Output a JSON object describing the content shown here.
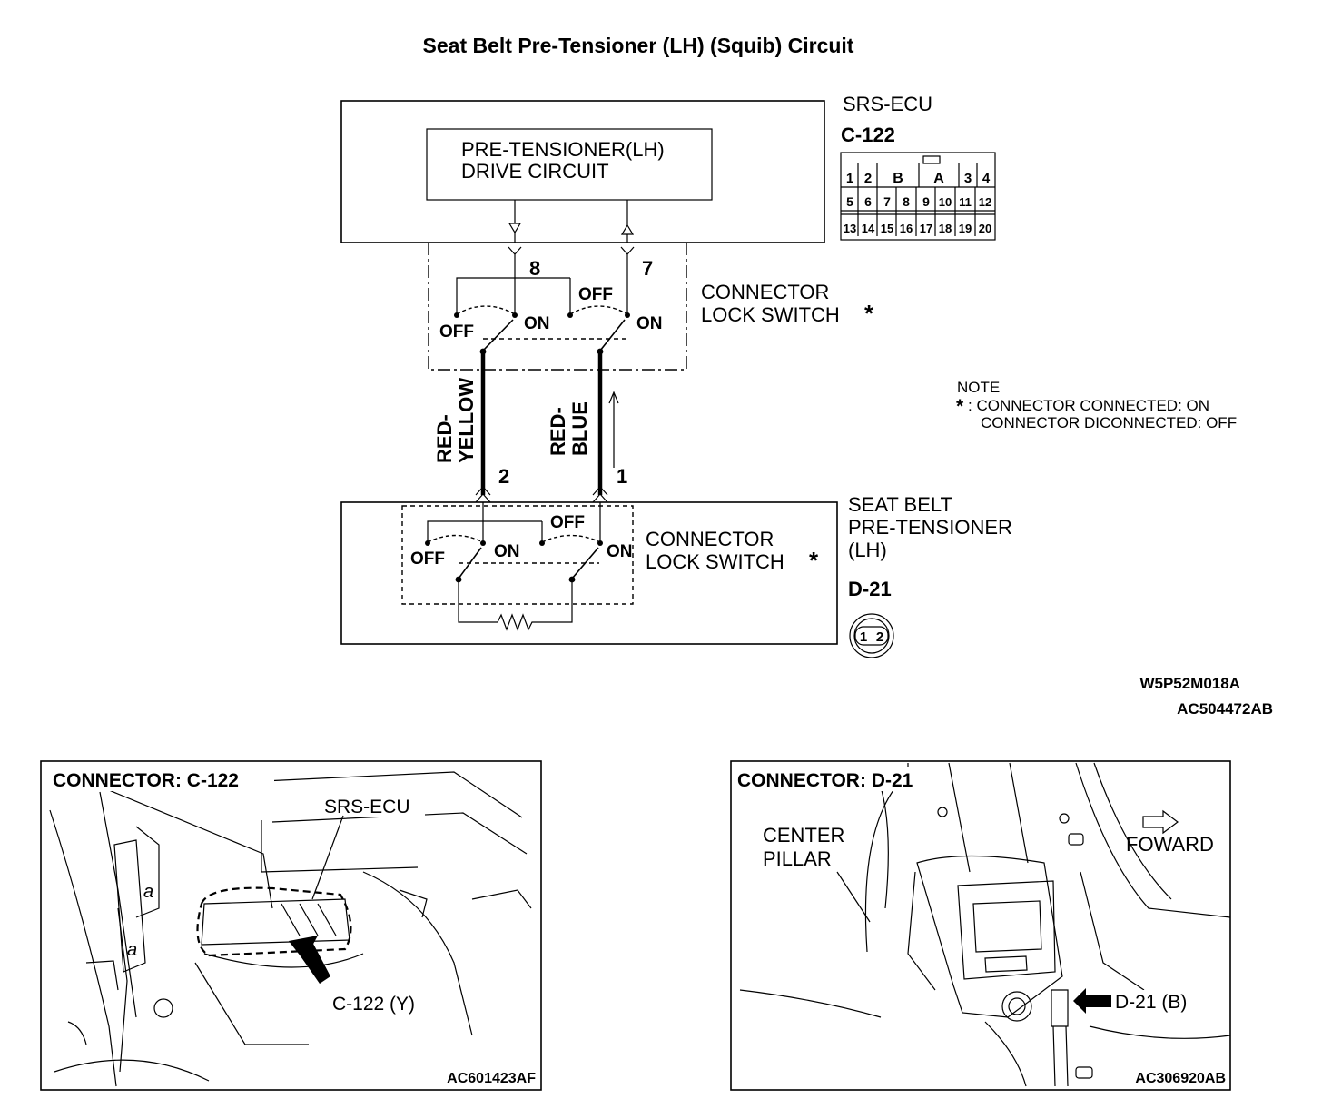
{
  "title": "Seat Belt Pre-Tensioner (LH) (Squib) Circuit",
  "ecu": {
    "name": "SRS-ECU",
    "connector": "C-122",
    "drive_circuit_line1": "PRE-TENSIONER(LH)",
    "drive_circuit_line2": "DRIVE CIRCUIT",
    "pinout_row1": [
      "1",
      "2",
      "B",
      "A",
      "3",
      "4"
    ],
    "pinout_row2": [
      "5",
      "6",
      "7",
      "8",
      "9",
      "10",
      "11",
      "12"
    ],
    "pinout_row3": [
      "13",
      "14",
      "15",
      "16",
      "17",
      "18",
      "19",
      "20"
    ]
  },
  "upper_switch": {
    "label_line1": "CONNECTOR",
    "label_line2": "LOCK SWITCH",
    "asterisk": "*",
    "pin_left": "8",
    "pin_right": "7",
    "off": "OFF",
    "on": "ON"
  },
  "wires": {
    "left_color_line1": "RED-",
    "left_color_line2": "YELLOW",
    "right_color_line1": "RED-",
    "right_color_line2": "BLUE",
    "pin_left": "2",
    "pin_right": "1"
  },
  "note": {
    "heading": "NOTE",
    "asterisk": "*",
    "line1": ": CONNECTOR CONNECTED: ON",
    "line2": "CONNECTOR DICONNECTED: OFF"
  },
  "pretensioner": {
    "name_line1": "SEAT BELT",
    "name_line2": "PRE-TENSIONER",
    "name_line3": "(LH)",
    "connector": "D-21",
    "pin1": "1",
    "pin2": "2",
    "switch_label_line1": "CONNECTOR",
    "switch_label_line2": "LOCK SWITCH",
    "asterisk": "*",
    "off": "OFF",
    "on": "ON"
  },
  "codes": {
    "diagram": "W5P52M018A",
    "figure": "AC504472AB"
  },
  "photo_left": {
    "heading": "CONNECTOR: C-122",
    "label_unit": "SRS-ECU",
    "label_connector": "C-122 (Y)",
    "code": "AC601423AF"
  },
  "photo_right": {
    "heading": "CONNECTOR: D-21",
    "label_pillar_line1": "CENTER",
    "label_pillar_line2": "PILLAR",
    "label_forward": "FOWARD",
    "label_connector": "D-21 (B)",
    "code": "AC306920AB"
  }
}
